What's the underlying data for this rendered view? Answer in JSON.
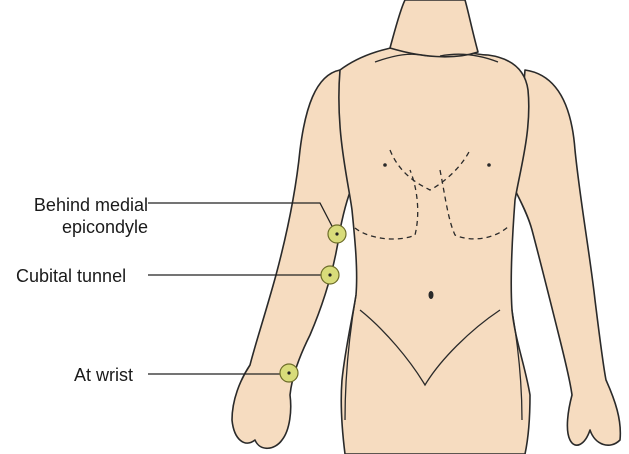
{
  "labels": {
    "medial_epicondyle_line1": "Behind medial",
    "medial_epicondyle_line2": "epicondyle",
    "cubital_tunnel": "Cubital tunnel",
    "wrist": "At wrist"
  },
  "colors": {
    "skin": "#f6dcc0",
    "outline": "#2a2a2a",
    "marker_fill": "#d8dc7a",
    "marker_stroke": "#6d6d2a",
    "leader": "#222222"
  }
}
